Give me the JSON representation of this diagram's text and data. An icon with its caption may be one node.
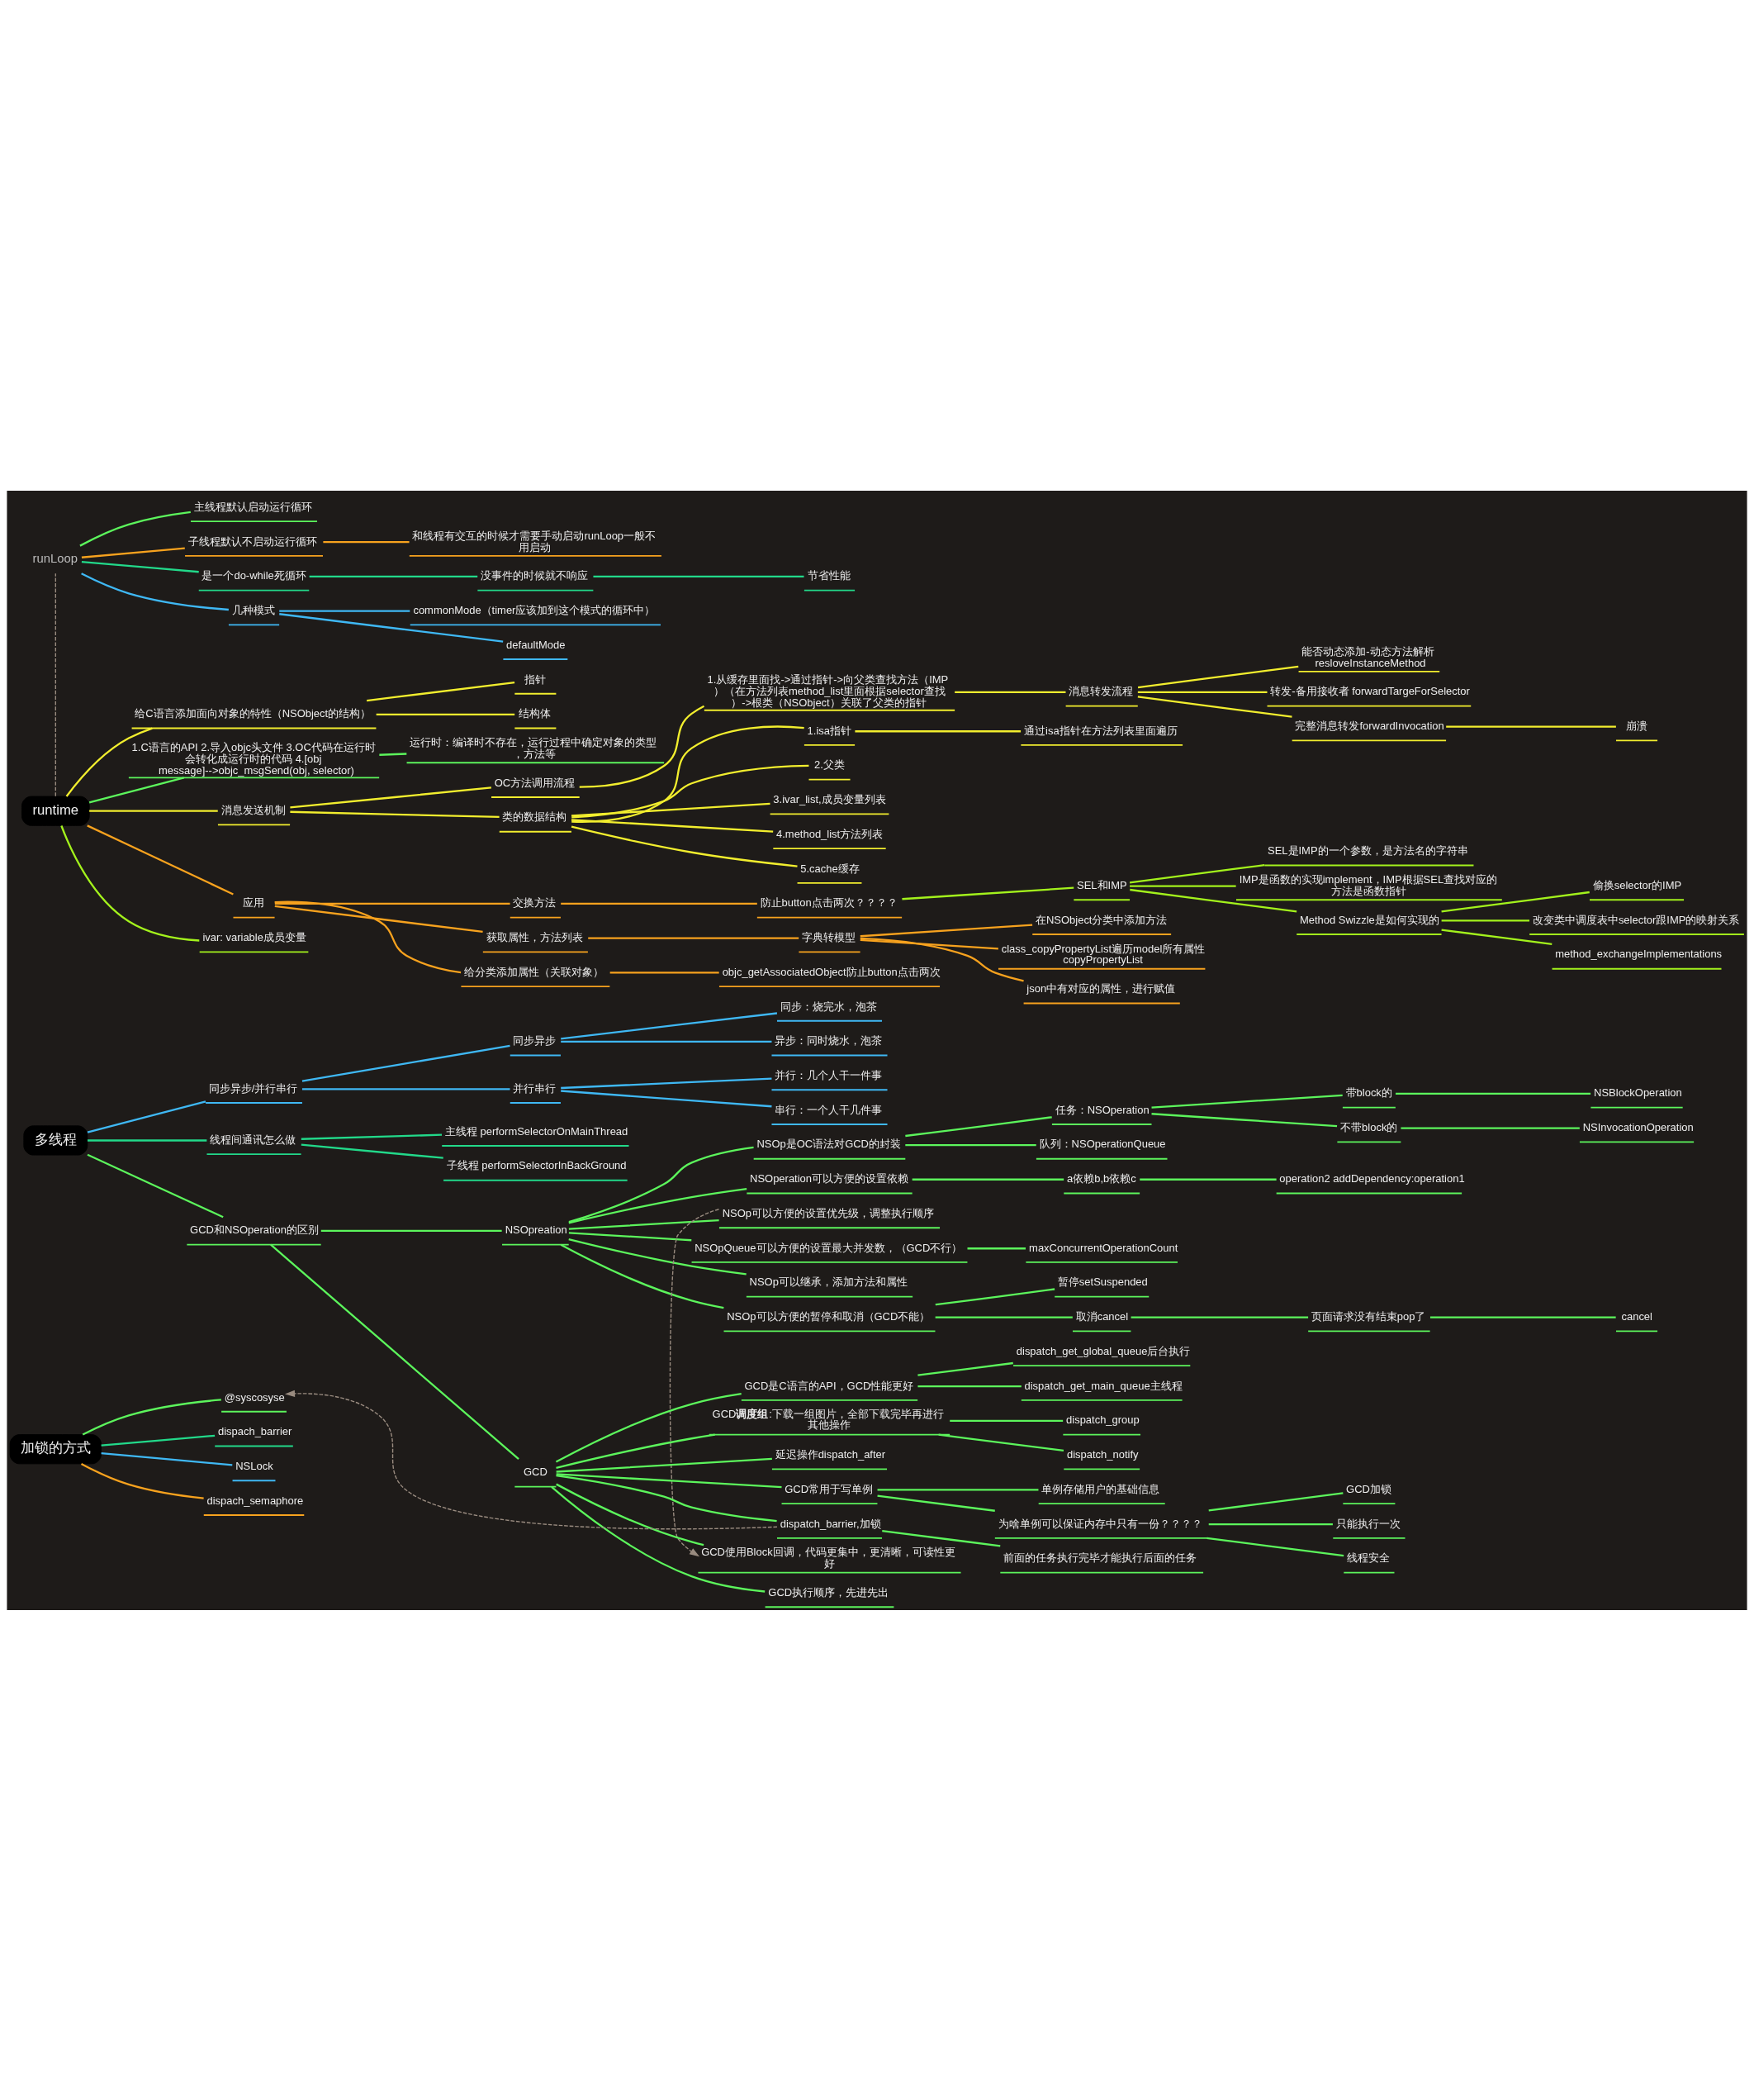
{
  "diagram": {
    "nodes": [
      {
        "text": [
          "多线程"
        ]
      },
      {
        "text": [
          "同步异步/并行串行"
        ]
      },
      {
        "text": [
          "同步异步"
        ]
      },
      {
        "text": [
          "同步：烧完水，泡茶"
        ]
      },
      {
        "text": [
          "异步：同时烧水，泡茶"
        ]
      },
      {
        "text": [
          "并行串行"
        ]
      },
      {
        "text": [
          "并行：几个人干一件事"
        ]
      },
      {
        "text": [
          "串行：一个人干几件事"
        ]
      },
      {
        "text": [
          "线程间通讯怎么做"
        ]
      },
      {
        "text": [
          "主线程 performSelectorOnMainThread"
        ]
      },
      {
        "text": [
          "子线程 performSelectorInBackGround"
        ]
      },
      {
        "text": [
          "GCD和NSOperation的区别"
        ]
      },
      {
        "text": [
          "NSOpreation"
        ]
      },
      {
        "text": [
          "NSOp是OC语法对GCD的封装"
        ]
      },
      {
        "text": [
          "任务：NSOperation"
        ]
      },
      {
        "text": [
          "带block的"
        ]
      },
      {
        "text": [
          "NSBlockOperation"
        ]
      },
      {
        "text": [
          "不带block的"
        ]
      },
      {
        "text": [
          "NSInvocationOperation"
        ]
      },
      {
        "text": [
          "队列：NSOperationQueue"
        ]
      },
      {
        "text": [
          "NSOperation可以方便的设置依赖"
        ]
      },
      {
        "text": [
          "a依赖b,b依赖c"
        ]
      },
      {
        "text": [
          "operation2 addDependency:operation1"
        ]
      },
      {
        "text": [
          "NSOp可以方便的设置优先级，调整执行顺序"
        ]
      },
      {
        "text": [
          "NSOpQueue可以方便的设置最大并发数，（GCD不行）"
        ]
      },
      {
        "text": [
          "maxConcurrentOperationCount"
        ]
      },
      {
        "text": [
          "NSOp可以继承，添加方法和属性"
        ]
      },
      {
        "text": [
          "NSOp可以方便的暂停和取消（GCD不能）"
        ]
      },
      {
        "text": [
          "暂停setSuspended"
        ]
      },
      {
        "text": [
          "取消cancel"
        ]
      },
      {
        "text": [
          "页面请求没有结束pop了"
        ]
      },
      {
        "text": [
          "cancel"
        ]
      },
      {
        "text": [
          "GCD"
        ]
      },
      {
        "text": [
          "GCD是C语言的API，GCD性能更好"
        ]
      },
      {
        "text": [
          "dispatch_get_global_queue后台执行"
        ]
      },
      {
        "text": [
          "dispatch_get_main_queue主线程"
        ]
      },
      {
        "text": [
          "GCD**调度组**:下载一组图片，全部下载完毕再进行其他操作"
        ]
      },
      {
        "text": [
          "dispatch_group"
        ]
      },
      {
        "text": [
          "dispatch_notify"
        ]
      },
      {
        "text": [
          "延迟操作dispatch_after"
        ]
      },
      {
        "text": [
          "GCD常用于写单例"
        ]
      },
      {
        "text": [
          "单例存储用户的基础信息"
        ]
      },
      {
        "text": [
          "为啥单例可以保证内存中只有一份？？？？"
        ]
      },
      {
        "text": [
          "GCD加锁"
        ]
      },
      {
        "text": [
          "只能执行一次"
        ]
      },
      {
        "text": [
          "线程安全"
        ]
      },
      {
        "text": [
          "dispatch_barrier,加锁"
        ]
      },
      {
        "text": [
          "前面的任务执行完毕才能执行后面的任务"
        ]
      },
      {
        "text": [
          "GCD使用Block回调，代码更集中，更清晰，可读性更好"
        ]
      },
      {
        "text": [
          "GCD执行顺序，先进先出"
        ]
      },
      {
        "text": [
          "加锁的方式"
        ]
      },
      {
        "text": [
          "@syscosyse"
        ]
      },
      {
        "text": [
          "dispach_barrier"
        ]
      },
      {
        "text": [
          "NSLock"
        ]
      },
      {
        "text": [
          "dispach_semaphore"
        ]
      },
      {
        "text": [
          "runLoop"
        ]
      },
      {
        "text": [
          "主线程默认启动运行循环"
        ]
      },
      {
        "text": [
          "子线程默认不启动运行循环"
        ]
      },
      {
        "text": [
          "和线程有交互的时候才需要手动启动runLoop一般不用启动"
        ]
      },
      {
        "text": [
          "是一个do-while死循环"
        ]
      },
      {
        "text": [
          "没事件的时候就不响应"
        ]
      },
      {
        "text": [
          "节省性能"
        ]
      },
      {
        "text": [
          "几种模式"
        ]
      },
      {
        "text": [
          "commonMode（timer应该加到这个模式的循环中）"
        ]
      },
      {
        "text": [
          "defaultMode"
        ]
      },
      {
        "text": [
          "runtime"
        ]
      },
      {
        "text": [
          "给C语言添加面向对象的特性（NSObject的结构）"
        ]
      },
      {
        "text": [
          "指针"
        ]
      },
      {
        "text": [
          "结构体"
        ]
      },
      {
        "text": [
          "1.C语言的API 2.导入objc头文件 3.OC代码在运行时会转化成运行时的代码 4.[obj message]-->objc_msgSend(obj, selector)"
        ]
      },
      {
        "text": [
          "运行时：编译时不存在，运行过程中确定对象的类型，方法等"
        ]
      },
      {
        "text": [
          "消息发送机制"
        ]
      },
      {
        "text": [
          "OC方法调用流程"
        ]
      },
      {
        "text": [
          "1.从缓存里面找->通过指针->向父类查找方法（IMP）（在方法列表method_list里面根据selector查找）->根类（NSObject）关联了父类的指针"
        ]
      },
      {
        "text": [
          "消息转发流程"
        ]
      },
      {
        "text": [
          "能否动态添加-动态方法解析 resloveInstanceMethod"
        ]
      },
      {
        "text": [
          "转发-备用接收者 forwardTargeForSelector"
        ]
      },
      {
        "text": [
          "完整消息转发forwardInvocation"
        ]
      },
      {
        "text": [
          "崩溃"
        ]
      },
      {
        "text": [
          "类的数据结构"
        ]
      },
      {
        "text": [
          "1.isa指针"
        ]
      },
      {
        "text": [
          "通过isa指针在方法列表里面遍历"
        ]
      },
      {
        "text": [
          "2.父类"
        ]
      },
      {
        "text": [
          "3.ivar_list,成员变量列表"
        ]
      },
      {
        "text": [
          "4.method_list方法列表"
        ]
      },
      {
        "text": [
          "5.cache缓存"
        ]
      },
      {
        "text": [
          "应用"
        ]
      },
      {
        "text": [
          "交换方法"
        ]
      },
      {
        "text": [
          "防止button点击两次？？？？"
        ]
      },
      {
        "text": [
          "SEL和IMP"
        ]
      },
      {
        "text": [
          "SEL是IMP的一个参数，是方法名的字符串"
        ]
      },
      {
        "text": [
          "IMP是函数的实现implement，IMP根据SEL查找对应的方法是函数指针"
        ]
      },
      {
        "text": [
          "Method Swizzle是如何实现的"
        ]
      },
      {
        "text": [
          "偷换selector的IMP"
        ]
      },
      {
        "text": [
          "改变类中调度表中selector跟IMP的映射关系"
        ]
      },
      {
        "text": [
          "method_exchangeImplementations"
        ]
      },
      {
        "text": [
          "获取属性，方法列表"
        ]
      },
      {
        "text": [
          "字典转模型"
        ]
      },
      {
        "text": [
          "在NSObject分类中添加方法"
        ]
      },
      {
        "text": [
          "class_copyPropertyList遍历model所有属性copyPropertyList"
        ]
      },
      {
        "text": [
          "json中有对应的属性，进行赋值"
        ]
      },
      {
        "text": [
          "给分类添加属性（关联对象）"
        ]
      },
      {
        "text": [
          "objc_getAssociatedObject防止button点击两次"
        ]
      },
      {
        "text": [
          "ivar: variable成员变量"
        ]
      }
    ],
    "edges": [
      {
        "from": 0,
        "to": 1,
        "arrow": "none",
        "color": "#3fb8f4"
      },
      {
        "from": 1,
        "to": 2,
        "arrow": "none",
        "color": "#3fb8f4"
      },
      {
        "from": 2,
        "to": 3,
        "arrow": "none",
        "color": "#3fb8f4"
      },
      {
        "from": 2,
        "to": 4,
        "arrow": "none",
        "color": "#3fb8f4"
      },
      {
        "from": 1,
        "to": 5,
        "arrow": "none",
        "color": "#3fb8f4"
      },
      {
        "from": 5,
        "to": 6,
        "arrow": "none",
        "color": "#3fb8f4"
      },
      {
        "from": 5,
        "to": 7,
        "arrow": "none",
        "color": "#3fb8f4"
      },
      {
        "from": 0,
        "to": 8,
        "arrow": "none",
        "color": "#22d98a"
      },
      {
        "from": 8,
        "to": 9,
        "arrow": "none",
        "color": "#22d98a"
      },
      {
        "from": 8,
        "to": 10,
        "arrow": "none",
        "color": "#22d98a"
      },
      {
        "from": 0,
        "to": 11,
        "arrow": "none"
      },
      {
        "from": 11,
        "to": 12,
        "arrow": "none"
      },
      {
        "from": 12,
        "to": 13,
        "arrow": "none"
      },
      {
        "from": 13,
        "to": 14,
        "arrow": "none"
      },
      {
        "from": 14,
        "to": 15,
        "arrow": "none"
      },
      {
        "from": 15,
        "to": 16,
        "arrow": "none"
      },
      {
        "from": 14,
        "to": 17,
        "arrow": "none"
      },
      {
        "from": 17,
        "to": 18,
        "arrow": "none"
      },
      {
        "from": 13,
        "to": 19,
        "arrow": "none"
      },
      {
        "from": 12,
        "to": 20,
        "arrow": "none"
      },
      {
        "from": 20,
        "to": 21,
        "arrow": "none"
      },
      {
        "from": 21,
        "to": 22,
        "arrow": "none"
      },
      {
        "from": 12,
        "to": 23,
        "arrow": "none"
      },
      {
        "from": 12,
        "to": 24,
        "arrow": "none"
      },
      {
        "from": 24,
        "to": 25,
        "arrow": "none"
      },
      {
        "from": 12,
        "to": 26,
        "arrow": "none"
      },
      {
        "from": 12,
        "to": 27,
        "arrow": "none"
      },
      {
        "from": 27,
        "to": 28,
        "arrow": "none"
      },
      {
        "from": 27,
        "to": 29,
        "arrow": "none"
      },
      {
        "from": 29,
        "to": 30,
        "arrow": "none"
      },
      {
        "from": 30,
        "to": 31,
        "arrow": "none"
      },
      {
        "from": 11,
        "to": 32,
        "arrow": "none"
      },
      {
        "from": 32,
        "to": 33,
        "arrow": "none"
      },
      {
        "from": 33,
        "to": 34,
        "arrow": "none"
      },
      {
        "from": 33,
        "to": 35,
        "arrow": "none"
      },
      {
        "from": 32,
        "to": 36,
        "arrow": "none"
      },
      {
        "from": 36,
        "to": 37,
        "arrow": "none"
      },
      {
        "from": 36,
        "to": 38,
        "arrow": "none"
      },
      {
        "from": 32,
        "to": 39,
        "arrow": "none"
      },
      {
        "from": 32,
        "to": 40,
        "arrow": "none"
      },
      {
        "from": 40,
        "to": 41,
        "arrow": "none"
      },
      {
        "from": 40,
        "to": 42,
        "arrow": "none"
      },
      {
        "from": 42,
        "to": 43,
        "arrow": "none"
      },
      {
        "from": 42,
        "to": 44,
        "arrow": "none"
      },
      {
        "from": 42,
        "to": 45,
        "arrow": "none"
      },
      {
        "from": 32,
        "to": 46,
        "arrow": "none"
      },
      {
        "from": 46,
        "to": 47,
        "arrow": "none"
      },
      {
        "from": 32,
        "to": 48,
        "arrow": "none"
      },
      {
        "from": 32,
        "to": 49,
        "arrow": "none"
      },
      {
        "from": 50,
        "to": 51,
        "arrow": "none"
      },
      {
        "from": 50,
        "to": 52,
        "arrow": "none",
        "color": "#22d98a"
      },
      {
        "from": 50,
        "to": 53,
        "arrow": "none",
        "color": "#3fb8f4"
      },
      {
        "from": 50,
        "to": 54,
        "arrow": "none",
        "color": "#f7a21e"
      },
      {
        "from": 55,
        "to": 56,
        "arrow": "none"
      },
      {
        "from": 55,
        "to": 57,
        "arrow": "none",
        "color": "#f7a21e"
      },
      {
        "from": 57,
        "to": 58,
        "arrow": "none",
        "color": "#f7a21e"
      },
      {
        "from": 55,
        "to": 59,
        "arrow": "none",
        "color": "#22d98a"
      },
      {
        "from": 59,
        "to": 60,
        "arrow": "none",
        "color": "#22d98a"
      },
      {
        "from": 60,
        "to": 61,
        "arrow": "none",
        "color": "#22d98a"
      },
      {
        "from": 55,
        "to": 62,
        "arrow": "none",
        "color": "#3fb8f4"
      },
      {
        "from": 62,
        "to": 63,
        "arrow": "none",
        "color": "#3fb8f4"
      },
      {
        "from": 62,
        "to": 64,
        "arrow": "none",
        "color": "#3fb8f4"
      },
      {
        "from": 65,
        "to": 66,
        "arrow": "none",
        "color": "#f2ee2e"
      },
      {
        "from": 66,
        "to": 67,
        "arrow": "none",
        "color": "#f2ee2e"
      },
      {
        "from": 66,
        "to": 68,
        "arrow": "none",
        "color": "#f2ee2e"
      },
      {
        "from": 65,
        "to": 69,
        "arrow": "none"
      },
      {
        "from": 69,
        "to": 70,
        "arrow": "none"
      },
      {
        "from": 65,
        "to": 71,
        "arrow": "none",
        "color": "#f2ee2e"
      },
      {
        "from": 71,
        "to": 72,
        "arrow": "none",
        "color": "#f2ee2e"
      },
      {
        "from": 72,
        "to": 73,
        "arrow": "none",
        "color": "#f2ee2e"
      },
      {
        "from": 73,
        "to": 74,
        "arrow": "none",
        "color": "#f2ee2e"
      },
      {
        "from": 74,
        "to": 75,
        "arrow": "none",
        "color": "#f2ee2e"
      },
      {
        "from": 74,
        "to": 76,
        "arrow": "none",
        "color": "#f2ee2e"
      },
      {
        "from": 74,
        "to": 77,
        "arrow": "none",
        "color": "#f2ee2e"
      },
      {
        "from": 77,
        "to": 78,
        "arrow": "none",
        "color": "#f2ee2e"
      },
      {
        "from": 71,
        "to": 79,
        "arrow": "none",
        "color": "#f2ee2e"
      },
      {
        "from": 79,
        "to": 80,
        "arrow": "none",
        "color": "#f2ee2e"
      },
      {
        "from": 80,
        "to": 81,
        "arrow": "none",
        "color": "#f2ee2e"
      },
      {
        "from": 79,
        "to": 82,
        "arrow": "none",
        "color": "#f2ee2e"
      },
      {
        "from": 79,
        "to": 83,
        "arrow": "none",
        "color": "#f2ee2e"
      },
      {
        "from": 79,
        "to": 84,
        "arrow": "none",
        "color": "#f2ee2e"
      },
      {
        "from": 79,
        "to": 85,
        "arrow": "none",
        "color": "#f2ee2e"
      },
      {
        "from": 65,
        "to": 86,
        "arrow": "none",
        "color": "#f7a21e"
      },
      {
        "from": 86,
        "to": 87,
        "arrow": "none",
        "color": "#f7a21e"
      },
      {
        "from": 87,
        "to": 88,
        "arrow": "none",
        "color": "#f7a21e"
      },
      {
        "from": 88,
        "to": 89,
        "arrow": "none",
        "color": "#a3f21c"
      },
      {
        "from": 89,
        "to": 90,
        "arrow": "none",
        "color": "#a3f21c"
      },
      {
        "from": 89,
        "to": 91,
        "arrow": "none",
        "color": "#a3f21c"
      },
      {
        "from": 89,
        "to": 92,
        "arrow": "none",
        "color": "#a3f21c"
      },
      {
        "from": 92,
        "to": 93,
        "arrow": "none",
        "color": "#a3f21c"
      },
      {
        "from": 92,
        "to": 94,
        "arrow": "none",
        "color": "#a3f21c"
      },
      {
        "from": 92,
        "to": 95,
        "arrow": "none",
        "color": "#a3f21c"
      },
      {
        "from": 86,
        "to": 96,
        "arrow": "none",
        "color": "#f7a21e"
      },
      {
        "from": 96,
        "to": 97,
        "arrow": "none",
        "color": "#f7a21e"
      },
      {
        "from": 97,
        "to": 98,
        "arrow": "none",
        "color": "#f7a21e"
      },
      {
        "from": 97,
        "to": 99,
        "arrow": "none",
        "color": "#f7a21e"
      },
      {
        "from": 97,
        "to": 100,
        "arrow": "none",
        "color": "#f7a21e"
      },
      {
        "from": 86,
        "to": 101,
        "arrow": "none",
        "color": "#f7a21e"
      },
      {
        "from": 101,
        "to": 102,
        "arrow": "none",
        "color": "#f7a21e"
      },
      {
        "from": 65,
        "to": 103,
        "arrow": "none",
        "color": "#a3f21c"
      },
      {
        "from": 23,
        "to": 48,
        "arrow": "to",
        "style": "dashed",
        "color": "#9a8c80"
      },
      {
        "from": 46,
        "to": 51,
        "arrow": "to",
        "style": "dashed",
        "color": "#9a8c80"
      },
      {
        "from": 65,
        "to": 55,
        "arrow": "none",
        "style": "dashed",
        "color": "#9a8c80"
      }
    ]
  }
}
